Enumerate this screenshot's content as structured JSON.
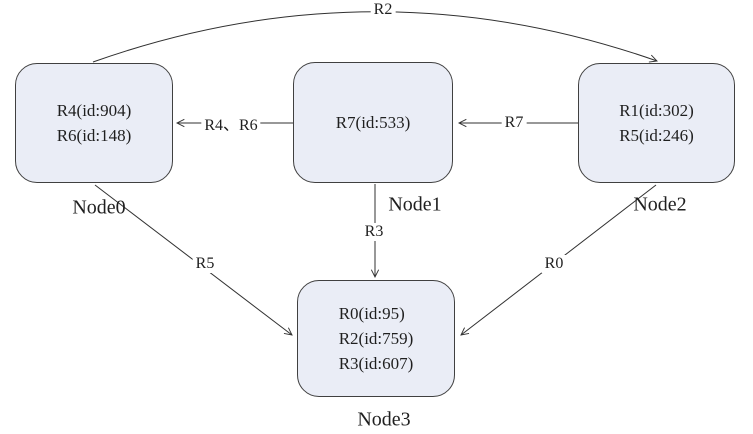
{
  "diagram": {
    "colors": {
      "background": "#ffffff",
      "node_fill": "#eaedf6",
      "node_border": "#404040",
      "edge": "#303030"
    },
    "nodes": [
      {
        "caption": "Node0",
        "lines": [
          "R4(id:904)",
          "R6(id:148)"
        ]
      },
      {
        "caption": "Node1",
        "lines": [
          "R7(id:533)"
        ]
      },
      {
        "caption": "Node2",
        "lines": [
          "R1(id:302)",
          "R5(id:246)"
        ]
      },
      {
        "caption": "Node3",
        "lines": [
          "R0(id:95)",
          "R2(id:759)",
          "R3(id:607)"
        ]
      }
    ],
    "edges": [
      {
        "label": "R2",
        "from": "Node0",
        "to": "Node2"
      },
      {
        "label": "R4、R6",
        "from": "Node1",
        "to": "Node0"
      },
      {
        "label": "R7",
        "from": "Node2",
        "to": "Node1"
      },
      {
        "label": "R3",
        "from": "Node1",
        "to": "Node3"
      },
      {
        "label": "R5",
        "from": "Node0",
        "to": "Node3"
      },
      {
        "label": "R0",
        "from": "Node2",
        "to": "Node3"
      }
    ]
  }
}
